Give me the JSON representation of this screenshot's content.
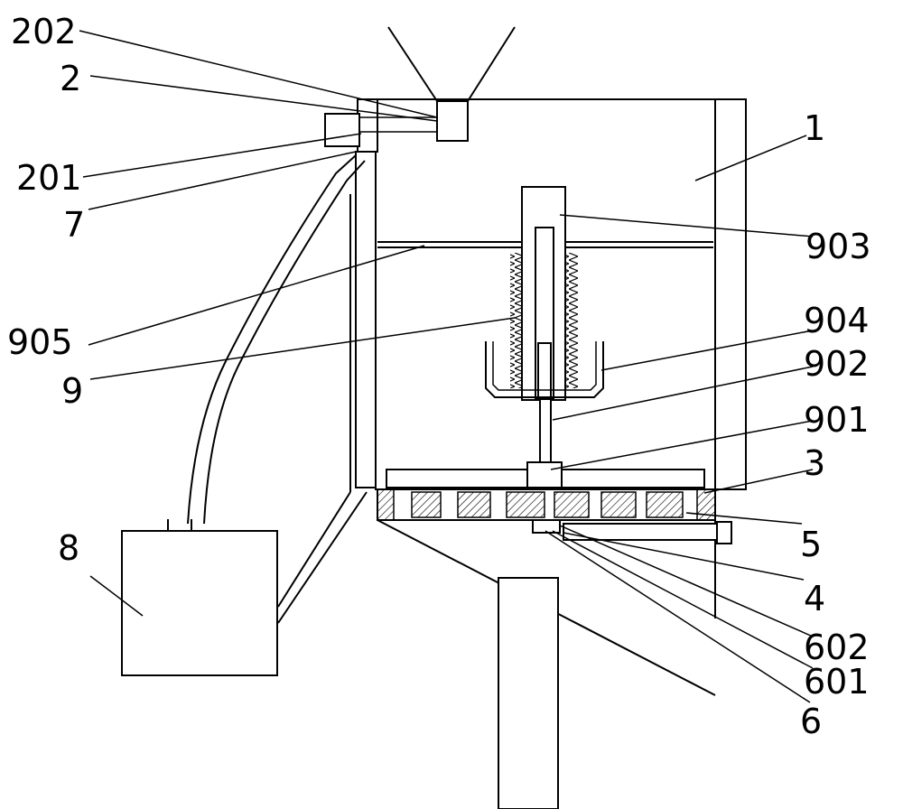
{
  "diagram": {
    "labels": [
      {
        "id": "l202",
        "text": "202"
      },
      {
        "id": "l2",
        "text": "2"
      },
      {
        "id": "l201",
        "text": "201"
      },
      {
        "id": "l7",
        "text": "7"
      },
      {
        "id": "l1",
        "text": "1"
      },
      {
        "id": "l903",
        "text": "903"
      },
      {
        "id": "l905",
        "text": "905"
      },
      {
        "id": "l9",
        "text": "9"
      },
      {
        "id": "l904",
        "text": "904"
      },
      {
        "id": "l902",
        "text": "902"
      },
      {
        "id": "l901",
        "text": "901"
      },
      {
        "id": "l3",
        "text": "3"
      },
      {
        "id": "l5",
        "text": "5"
      },
      {
        "id": "l4",
        "text": "4"
      },
      {
        "id": "l8",
        "text": "8"
      },
      {
        "id": "l602",
        "text": "602"
      },
      {
        "id": "l601",
        "text": "601"
      },
      {
        "id": "l6",
        "text": "6"
      }
    ]
  }
}
